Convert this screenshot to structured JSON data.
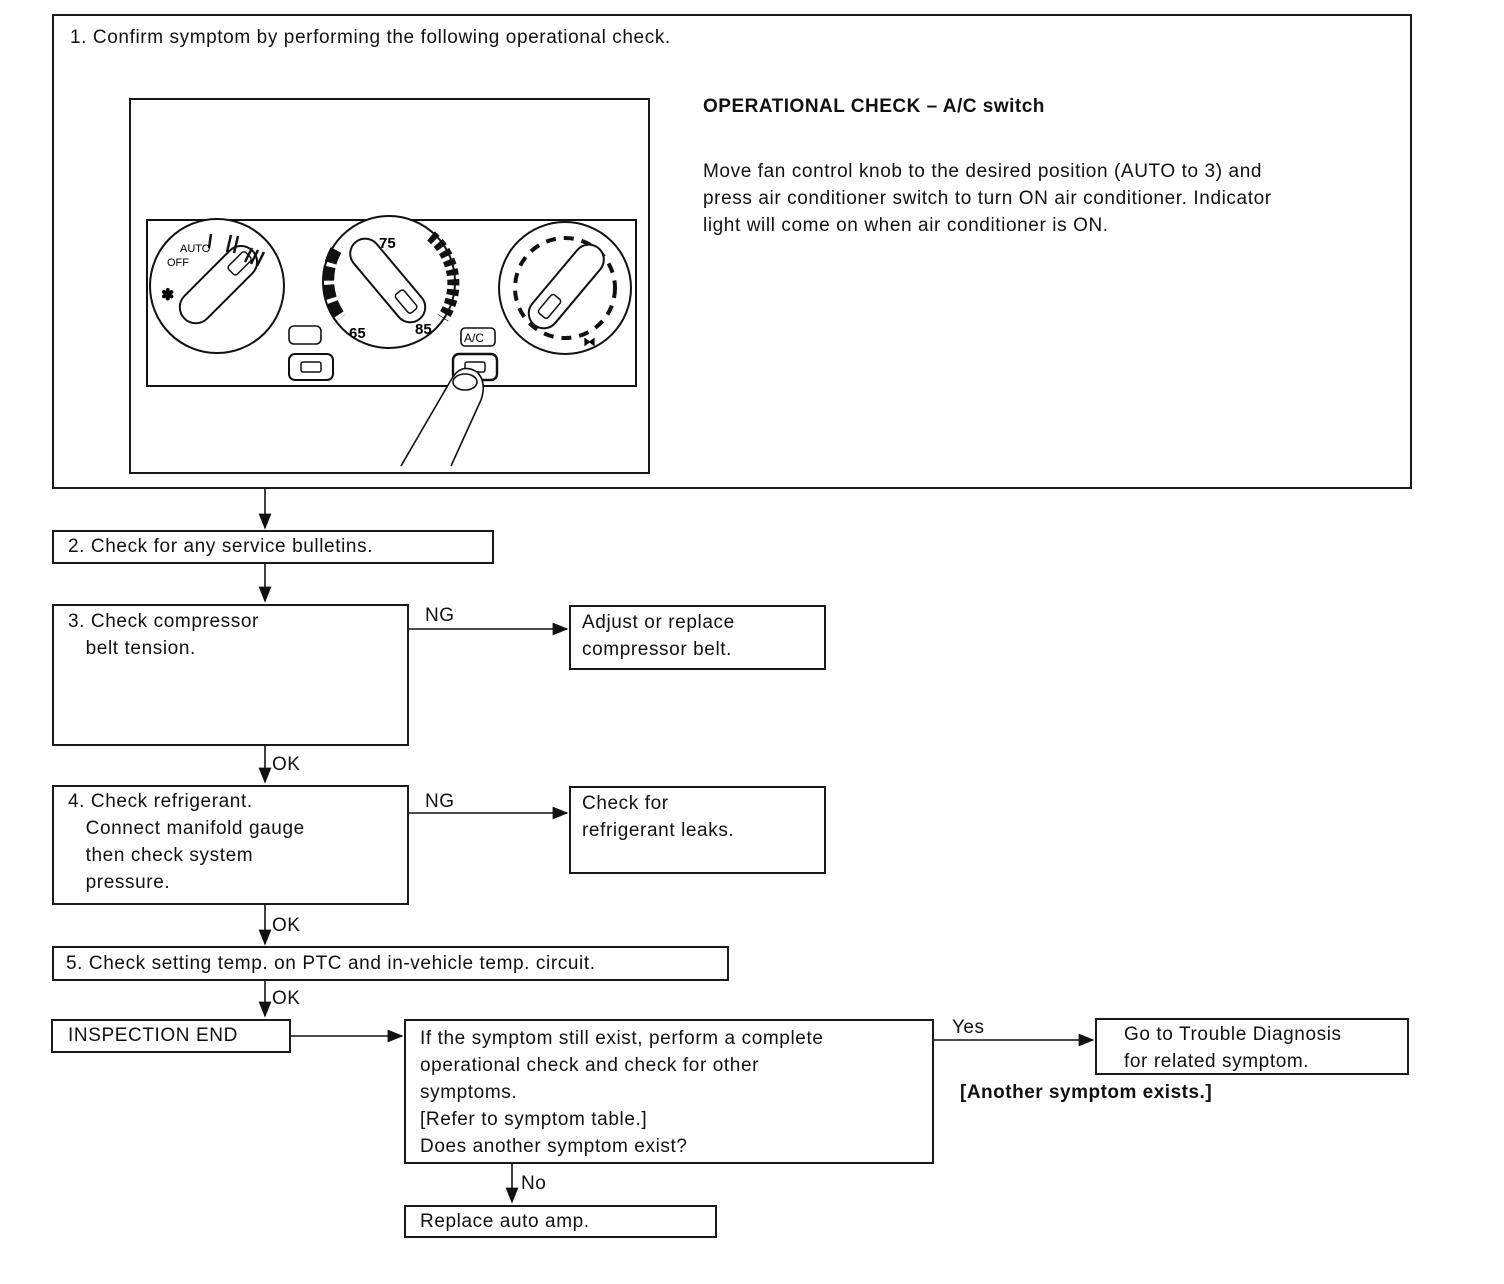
{
  "step1": {
    "text": "1. Confirm symptom by performing the following operational check.",
    "heading": "OPERATIONAL CHECK – A/C switch",
    "description": [
      "Move fan control knob to the desired position (AUTO to 3) and",
      "press air conditioner switch to turn ON air conditioner. Indicator",
      "light will come on when air conditioner is ON."
    ],
    "panel": {
      "fan_auto": "AUTO",
      "fan_off": "OFF",
      "temp_65": "65",
      "temp_75": "75",
      "temp_85": "85",
      "ac_label": "A/C"
    }
  },
  "step2": {
    "text": "2. Check for any service bulletins."
  },
  "step3": {
    "lines": [
      "3. Check compressor",
      "   belt tension."
    ],
    "ng_label": "NG",
    "ng_result": [
      "Adjust or replace",
      "compressor belt."
    ],
    "ok_label": "OK"
  },
  "step4": {
    "lines": [
      "4. Check refrigerant.",
      "   Connect manifold gauge",
      "   then check system",
      "   pressure."
    ],
    "ng_label": "NG",
    "ng_result": [
      "Check for",
      "refrigerant leaks."
    ],
    "ok_label": "OK"
  },
  "step5": {
    "text": "5. Check setting temp. on PTC and in-vehicle temp. circuit.",
    "ok_label": "OK"
  },
  "end": {
    "text": "INSPECTION END"
  },
  "followup": {
    "lines": [
      "If the symptom still exist, perform a complete",
      "operational check and check for other",
      "symptoms.",
      "[Refer to symptom table.]",
      "Does another symptom exist?"
    ],
    "yes_label": "Yes",
    "yes_result": [
      "Go to Trouble Diagnosis",
      "for related symptom."
    ],
    "yes_note": "[Another symptom exists.]",
    "no_label": "No",
    "no_result": "Replace auto amp."
  }
}
